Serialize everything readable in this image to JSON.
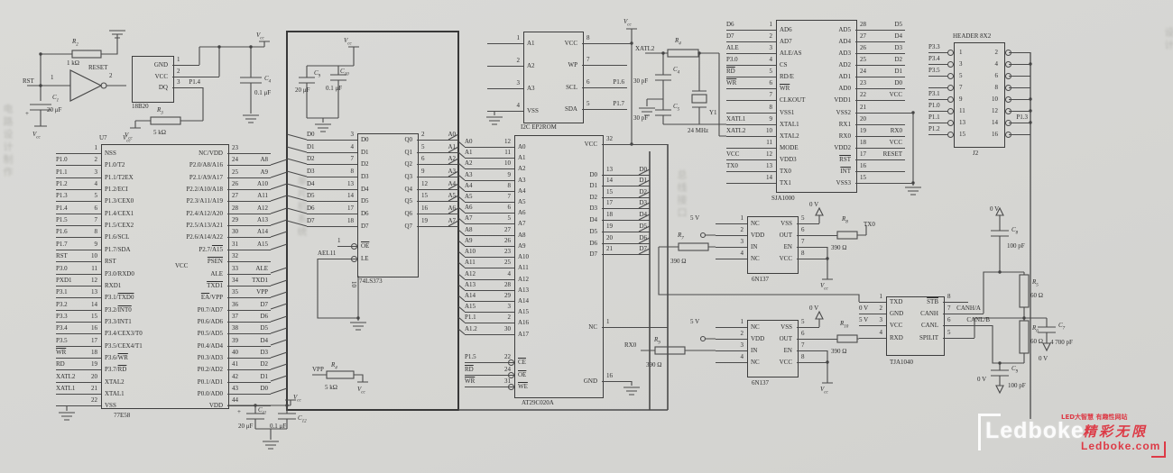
{
  "meta": {
    "bg": "#d8d8d5",
    "ink": "#3d3d3d",
    "wire": "#4a4a4a",
    "accent_red": "#dd3a46",
    "watermark_white": "#fbfbfb"
  },
  "chips": {
    "b18": {
      "left": [],
      "right": [
        [
          "GND",
          "1",
          "",
          30
        ],
        [
          "VCC",
          "2",
          "",
          52
        ],
        [
          "DQ",
          "3",
          "P1.4",
          34
        ]
      ]
    },
    "u7": {
      "left": [
        [
          "",
          "1",
          "NSS"
        ],
        [
          "P1.0",
          "2",
          "P1.0/T2"
        ],
        [
          "P1.1",
          "3",
          "P1.1/T2EX"
        ],
        [
          "P1.2",
          "4",
          "P1.2/ECI"
        ],
        [
          "P1.3",
          "5",
          "P1.3/CEX0"
        ],
        [
          "P1.4",
          "6",
          "P1.4/CEX1"
        ],
        [
          "P1.5",
          "7",
          "P1.5/CEX2"
        ],
        [
          "P1.6",
          "8",
          "P1.6/SCL"
        ],
        [
          "P1.7",
          "9",
          "P1.7/SDA"
        ],
        [
          "RST",
          "10",
          "RST"
        ],
        [
          "P3.0",
          "11",
          "P3.0/RXD0"
        ],
        [
          "PXD1",
          "12",
          "RXD1"
        ],
        [
          "P3.1",
          "13",
          "P3.1/~TXD0"
        ],
        [
          "P3.2",
          "14",
          "P3.2/~INT0"
        ],
        [
          "P3.3",
          "15",
          "P3.3/INT1"
        ],
        [
          "P3.4",
          "16",
          "P3.4/CEX3/T0"
        ],
        [
          "P3.5",
          "17",
          "P3.5/CEX4/T1"
        ],
        [
          "~WR",
          "18",
          "P3.6/~WR"
        ],
        [
          "RD",
          "19",
          "P3.7/~RD"
        ],
        [
          "XATL2",
          "20",
          "XTAL2"
        ],
        [
          "XATL1",
          "21",
          "XTAL1"
        ],
        [
          "",
          "22",
          "VSS"
        ]
      ],
      "right": [
        [
          "NC/VDD",
          "23",
          ""
        ],
        [
          "P2.0/A8/A16",
          "24",
          "A8"
        ],
        [
          "P2.1/A9/A17",
          "25",
          "A9"
        ],
        [
          "P2.2/A10/A18",
          "26",
          "A10"
        ],
        [
          "P2.3/A11/A19",
          "27",
          "A11"
        ],
        [
          "P2.4/A12/A20",
          "28",
          "A12"
        ],
        [
          "P2.5/A13/A21",
          "29",
          "A13"
        ],
        [
          "P2.6/A14/A22",
          "30",
          "A14"
        ],
        [
          "P2.7/~A15",
          "31",
          "A15"
        ],
        [
          "~PSEN",
          "32",
          ""
        ],
        [
          "ALE",
          "33",
          "ALE"
        ],
        [
          "~TXD1",
          "34",
          "TXD1"
        ],
        [
          "~EA~/VPP",
          "35",
          "VPP"
        ],
        [
          "P0.7/AD7",
          "36",
          "D7"
        ],
        [
          "P0.6/AD6",
          "37",
          "D6"
        ],
        [
          "P0.5/AD5",
          "38",
          "D5"
        ],
        [
          "P0.4/AD4",
          "39",
          "D4"
        ],
        [
          "P0.3/AD3",
          "40",
          "D3"
        ],
        [
          "P0.2/AD2",
          "41",
          "D2"
        ],
        [
          "P0.1/AD1",
          "42",
          "D1"
        ],
        [
          "P0.0/AD0",
          "43",
          "D0"
        ],
        [
          "VDD",
          "44",
          ""
        ]
      ]
    },
    "ls373": {
      "left": [
        [
          "D0",
          "3",
          "D0"
        ],
        [
          "D1",
          "4",
          "D1"
        ],
        [
          "D2",
          "7",
          "D2"
        ],
        [
          "D3",
          "8",
          "D3"
        ],
        [
          "D4",
          "13",
          "D4"
        ],
        [
          "D5",
          "14",
          "D5"
        ],
        [
          "D6",
          "17",
          "D6"
        ],
        [
          "D7",
          "18",
          "D7"
        ],
        [
          "1",
          "",
          "~OE",
          1,
          22
        ],
        [
          "AEL11",
          "",
          "LE",
          1,
          44
        ]
      ],
      "right": [
        [
          "Q0",
          "2",
          "A0"
        ],
        [
          "Q1",
          "5",
          "A1"
        ],
        [
          "Q2",
          "6",
          "A2"
        ],
        [
          "Q3",
          "9",
          "A3"
        ],
        [
          "Q4",
          "12",
          "A4"
        ],
        [
          "Q5",
          "15",
          "A5"
        ],
        [
          "Q6",
          "16",
          "A6"
        ],
        [
          "Q7",
          "19",
          "A7"
        ]
      ]
    },
    "eeprom": {
      "left": [
        [
          "",
          "1",
          "A1"
        ],
        [
          "",
          "2",
          "A2"
        ],
        [
          "",
          "3",
          "A3"
        ],
        [
          "",
          "4",
          "VSS"
        ]
      ],
      "right": [
        [
          "VCC",
          "8",
          "",
          55
        ],
        [
          "WP",
          "7",
          ""
        ],
        [
          "SCL",
          "6",
          "P1.6"
        ],
        [
          "SDA",
          "5",
          "P1.7"
        ]
      ]
    },
    "at29": {
      "left": [
        [
          "A0",
          "12",
          "A0"
        ],
        [
          "A1",
          "11",
          "A1"
        ],
        [
          "A2",
          "10",
          "A2"
        ],
        [
          "A3",
          "9",
          "A3"
        ],
        [
          "A4",
          "8",
          "A4"
        ],
        [
          "A5",
          "7",
          "A5"
        ],
        [
          "A6",
          "6",
          "A6"
        ],
        [
          "A7",
          "5",
          "A7"
        ],
        [
          "A8",
          "27",
          "A8"
        ],
        [
          "A9",
          "26",
          "A9"
        ],
        [
          "A10",
          "23",
          "A10"
        ],
        [
          "A11",
          "25",
          "A11"
        ],
        [
          "A12",
          "4",
          "A12"
        ],
        [
          "A13",
          "28",
          "A13"
        ],
        [
          "A14",
          "29",
          "A14"
        ],
        [
          "A15",
          "3",
          "A15"
        ],
        [
          "P1.1",
          "2",
          "A16"
        ],
        [
          "A1.2",
          "30",
          "A17"
        ],
        [
          "P1.5",
          "22",
          "~CE",
          1
        ],
        [
          "~RD",
          "24",
          "~OE",
          1
        ],
        [
          "~WR",
          "31",
          "~WE",
          1
        ]
      ],
      "right": [
        [
          "VCC",
          "32",
          "",
          73
        ],
        [
          "D0",
          "13",
          "D0"
        ],
        [
          "D1",
          "14",
          "D1"
        ],
        [
          "D2",
          "15",
          "D2"
        ],
        [
          "D3",
          "17",
          "D3"
        ],
        [
          "D4",
          "18",
          "D4"
        ],
        [
          "D5",
          "19",
          "D5"
        ],
        [
          "D6",
          "20",
          "D6"
        ],
        [
          "D7",
          "21",
          "D7"
        ],
        [
          "NC",
          "1",
          "",
          73
        ],
        [
          "GND",
          "16",
          "",
          33
        ]
      ]
    },
    "sja": {
      "left": [
        [
          "D6",
          "1",
          "AD6"
        ],
        [
          "D7",
          "2",
          "AD7"
        ],
        [
          "ALE",
          "3",
          "ALE/AS"
        ],
        [
          "P3.0",
          "4",
          "CS"
        ],
        [
          "~RD",
          "5",
          "RD/E"
        ],
        [
          "~WR",
          "6",
          "~WR"
        ],
        [
          "",
          "7",
          "CLKOUT"
        ],
        [
          "",
          "8",
          "VSS1"
        ],
        [
          "XATL1",
          "9",
          "XTAL1"
        ],
        [
          "XATL2",
          "10",
          "XTAL2"
        ],
        [
          "",
          "11",
          "MODE"
        ],
        [
          "VCC",
          "12",
          "VDD3"
        ],
        [
          "TX0",
          "13",
          "TX0"
        ],
        [
          "",
          "14",
          "TX1"
        ]
      ],
      "right": [
        [
          "AD5",
          "28",
          "D5"
        ],
        [
          "AD4",
          "27",
          "D4"
        ],
        [
          "AD3",
          "26",
          "D3"
        ],
        [
          "AD2",
          "25",
          "D2"
        ],
        [
          "AD1",
          "24",
          "D1"
        ],
        [
          "AD0",
          "23",
          "D0"
        ],
        [
          "VDD1",
          "22",
          "VCC"
        ],
        [
          "VSS2",
          "21",
          "",
          64
        ],
        [
          "RX1",
          "20",
          ""
        ],
        [
          "RX0",
          "19",
          "RX0"
        ],
        [
          "VDD2",
          "18",
          "VCC"
        ],
        [
          "~RST",
          "17",
          "RESET"
        ],
        [
          "~INT",
          "16",
          ""
        ],
        [
          "VSS3",
          "15",
          "",
          64
        ]
      ]
    },
    "j2": {
      "left": [
        [
          "P3.3",
          "1",
          ""
        ],
        [
          "P3.4",
          "3",
          ""
        ],
        [
          "P3.5",
          "5",
          ""
        ],
        [
          "",
          "7",
          ""
        ],
        [
          "P3.1",
          "9",
          ""
        ],
        [
          "P1.0",
          "11",
          ""
        ],
        [
          "P1.1",
          "13",
          ""
        ],
        [
          "P1.2",
          "15",
          ""
        ]
      ],
      "right": [
        [
          "",
          "2",
          ""
        ],
        [
          "",
          "4",
          ""
        ],
        [
          "",
          "6",
          ""
        ],
        [
          "",
          "8",
          ""
        ],
        [
          "",
          "10",
          ""
        ],
        [
          "",
          "12",
          ""
        ],
        [
          "",
          "14",
          "P1.3"
        ],
        [
          "",
          "16",
          ""
        ]
      ]
    },
    "o1": {
      "left": [
        [
          "",
          "1",
          "NC"
        ],
        [
          "",
          "2",
          "VDD"
        ],
        [
          "",
          "3",
          "IN"
        ],
        [
          "",
          "4",
          "NC"
        ]
      ],
      "right": [
        [
          "VSS",
          "5",
          "",
          25
        ],
        [
          "OUT",
          "6",
          "",
          45
        ],
        [
          "EN",
          "7",
          "",
          34
        ],
        [
          "VCC",
          "8",
          "",
          34
        ]
      ]
    },
    "o2": {
      "left": [
        [
          "",
          "1",
          "NC"
        ],
        [
          "",
          "2",
          "VDD"
        ],
        [
          "",
          "3",
          "IN"
        ],
        [
          "",
          "4",
          "NC"
        ]
      ],
      "right": [
        [
          "VSS",
          "5",
          "",
          25
        ],
        [
          "OUT",
          "6",
          "",
          45
        ],
        [
          "EN",
          "7",
          "",
          34
        ],
        [
          "VCC",
          "8",
          "",
          34
        ]
      ]
    },
    "tja": {
      "left": [
        [
          "",
          "1",
          "TXD"
        ],
        [
          "0 V",
          "2",
          "GND"
        ],
        [
          "5 V",
          "3",
          "VCC"
        ],
        [
          "",
          "4",
          "RXD"
        ]
      ],
      "right": [
        [
          "~STB",
          "8",
          "",
          28
        ],
        [
          "CANH",
          "7",
          "CANH/A",
          45
        ],
        [
          "CANL",
          "6",
          "CANL/B",
          55
        ],
        [
          "SPILIT",
          "5",
          "",
          35
        ]
      ]
    }
  },
  "labels": {
    "r2": "R2",
    "r2v": "1 kΩ",
    "reset": "RESET",
    "rst": "RST",
    "one": "1",
    "two": "2",
    "c1": "C1",
    "c1v": "20 μF",
    "plus1": "+",
    "vcc1": "Vcc",
    "u7": "U7",
    "vccu7": "Vcc",
    "b18": "18B20",
    "r3": "R3",
    "r3v": "5 kΩ",
    "vccr3": "Vcc",
    "c4": "C4",
    "c4v": "0.1 μF",
    "vccc4": "Vcc",
    "name77": "77E58",
    "plus2": "+",
    "c11": "C11",
    "c11v": "20 μF",
    "c12": "C12",
    "c12v": "0.1 μF",
    "vcc44": "Vcc",
    "vccbox": "Vcc",
    "c9": "C9",
    "c9v": "20 μF",
    "c10": "C10",
    "c10v": "0.1 μF",
    "ten": "10",
    "name373": "74LS373",
    "vpp": "VPP",
    "r4b": "R4",
    "r4bv": "5 kΩ",
    "vccr4": "Vcc",
    "nameee": "I2C EP2ROM",
    "vccee": "Vcc",
    "xatl2": "XATL2",
    "r4x": "R4",
    "c4x": "C4",
    "c4xv": "30 pF",
    "c5x": "C5",
    "c5xv": "30 pF",
    "y1": "Y1",
    "y1v": "24 MHz",
    "nameat": "AT29C020A",
    "namesja": "SJA1000",
    "nameh": "HEADER 8X2",
    "namej2": "J2",
    "fv1": "5 V",
    "zv1": "0 V",
    "r7": "R7",
    "r7v": "390 Ω",
    "r8": "R8",
    "r8v": "390 Ω",
    "tx0": "TX0",
    "vcco1": "Vcc",
    "name61": "6N137",
    "fv2": "5 V",
    "zv2": "0 V",
    "rx0": "RX0",
    "r9": "R9",
    "r9v": "390 Ω",
    "r10": "R10",
    "r10v": "390 Ω",
    "vcco2": "Vcc",
    "name62": "6N137",
    "nametja": "TJA1040",
    "zvt1": "0 V",
    "c8t": "C8",
    "c8tv": "100 pF",
    "r5t": "R5",
    "r5tv": "60 Ω",
    "r6t": "R6",
    "r6tv": "60 Ω",
    "c7t": "C7",
    "c7tv": "4 700 pF",
    "zvt2": "0 V",
    "c9t": "C9",
    "c9tv": "100 pF",
    "zvt3": "0 V",
    "vccint": "VCC"
  },
  "watermark": {
    "line1": "LED大智慧 有趣性网站",
    "name": "Ledboke",
    "script": "精彩无限",
    "site": "Ledboke.com"
  },
  "ghosts": {
    "g1": "电路设计制作",
    "g2": "单片机系统",
    "g3": "总线接口",
    "g4": "设计"
  }
}
